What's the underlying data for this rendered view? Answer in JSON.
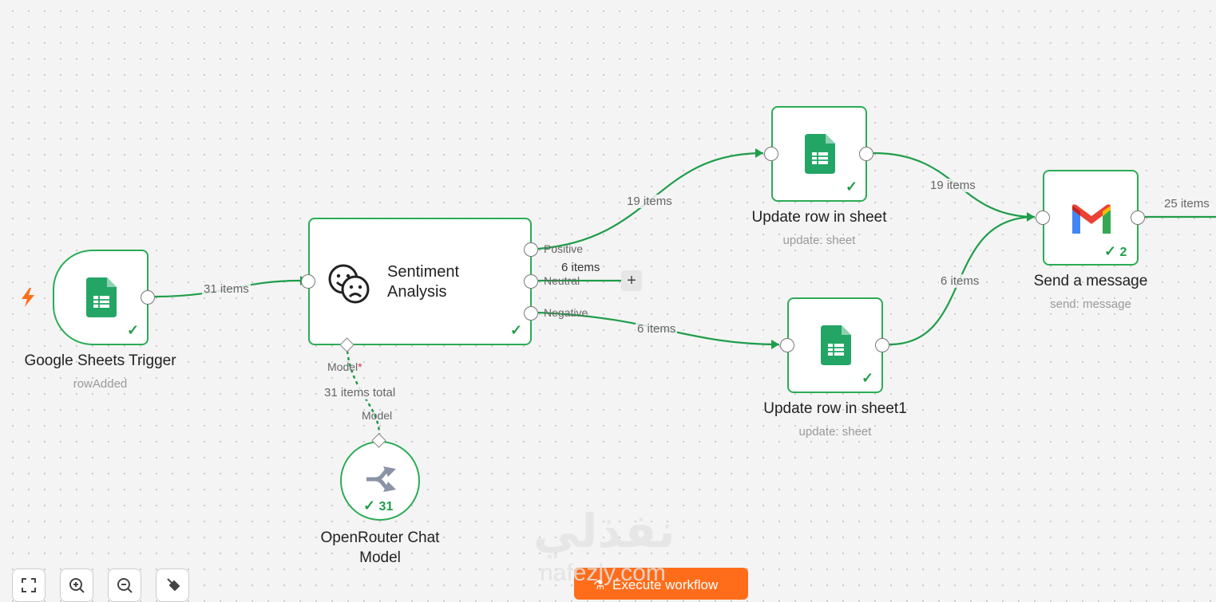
{
  "canvas": {
    "edge_color": "#1f9d4a",
    "accent_color": "#ff6d1b",
    "edges": {
      "trigger_to_sentiment": "31 items",
      "positive_to_update": "19 items",
      "neutral": "6 items",
      "negative_to_update1": "6 items",
      "update_to_send": "19 items",
      "update1_to_send": "6 items",
      "send_out": "25 items",
      "model_link_top": "Model",
      "model_link_total": "31 items total",
      "model_link_bottom": "Model"
    }
  },
  "nodes": {
    "trigger": {
      "title": "Google Sheets Trigger",
      "subtitle": "rowAdded",
      "icon": "google-sheets-icon",
      "badge_icon": "bolt-icon"
    },
    "sentiment": {
      "title": "Sentiment Analysis",
      "icon": "sentiment-faces-icon",
      "outputs": [
        "Positive",
        "Neutral",
        "Negative"
      ],
      "model_input": "Model",
      "required_mark": "*"
    },
    "update": {
      "title": "Update row in sheet",
      "subtitle": "update: sheet",
      "icon": "google-sheets-icon"
    },
    "update1": {
      "title": "Update row in sheet1",
      "subtitle": "update: sheet",
      "icon": "google-sheets-icon"
    },
    "send": {
      "title": "Send a message",
      "subtitle": "send: message",
      "icon": "gmail-icon",
      "run_count": "2"
    },
    "openrouter": {
      "title_line1": "OpenRouter Chat",
      "title_line2": "Model",
      "icon": "openrouter-icon",
      "run_count": "31"
    }
  },
  "toolbar": {
    "buttons": [
      "fit-view",
      "zoom-in",
      "zoom-out",
      "tidy-up"
    ],
    "execute_label": "Execute workflow"
  },
  "watermark": {
    "arabic": "نفذلي",
    "latin": "nafezly.com"
  }
}
